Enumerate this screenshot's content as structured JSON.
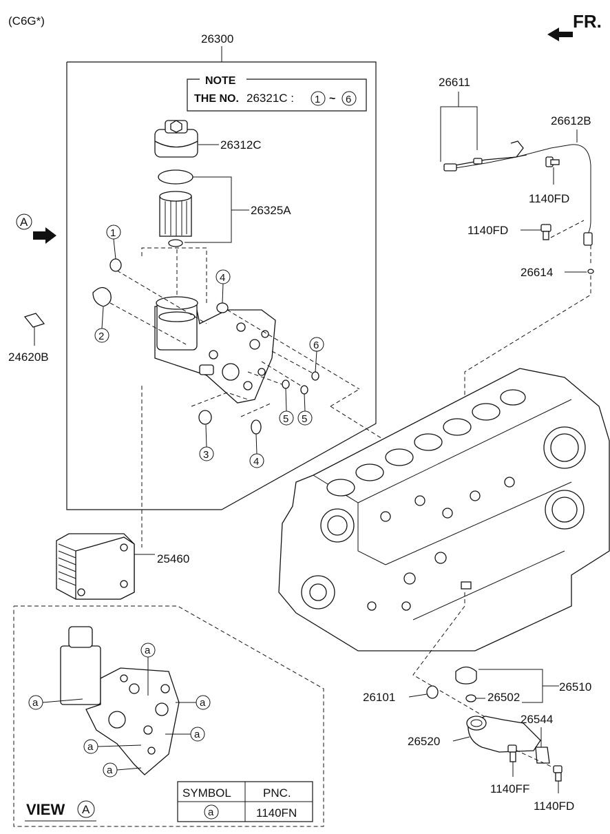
{
  "header": {
    "variant": "(C6G*)",
    "front": "FR."
  },
  "note": {
    "title": "NOTE",
    "prefix": "THE NO.",
    "part": "26321C :",
    "from": "1",
    "sep": "~",
    "to": "6"
  },
  "labels": {
    "assembly": "26300",
    "cap": "26312C",
    "filter": "26325A",
    "cooler": "25460",
    "bracket": "24620B",
    "tube": "26611",
    "dipstick": "26612B",
    "bolt_tube": "1140FD",
    "bolt_tube2": "1140FD",
    "oring_dip": "26614",
    "oring_filler": "26101",
    "filler_cap": "26510",
    "cap_seal": "26502",
    "bracket_filler": "26544",
    "filler_neck": "26520",
    "bolt_ff": "1140FF",
    "bolt_fd_low": "1140FD"
  },
  "callouts": [
    "1",
    "2",
    "3",
    "4",
    "4",
    "5",
    "5",
    "6"
  ],
  "view": {
    "label": "A",
    "title": "VIEW",
    "symbol": "a"
  },
  "symbol_table": {
    "headers": [
      "SYMBOL",
      "PNC."
    ],
    "rows": [
      {
        "symbol": "a",
        "pnc": "1140FN"
      }
    ]
  }
}
